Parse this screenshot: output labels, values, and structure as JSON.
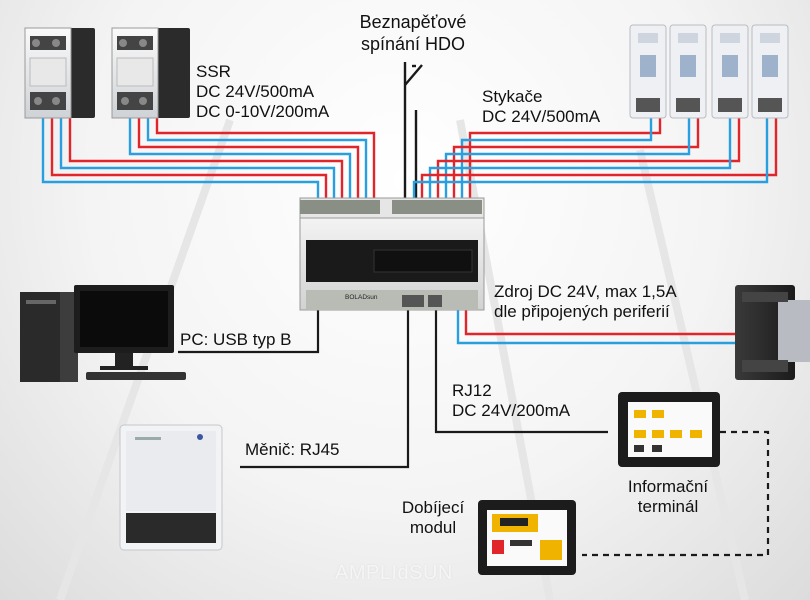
{
  "labels": {
    "hdo_line1": "Beznapěťové",
    "hdo_line2": "spínání HDO",
    "ssr_title": "SSR",
    "ssr_spec1": "DC 24V/500mA",
    "ssr_spec2": "DC 0-10V/200mA",
    "contactor_title": "Stykače",
    "contactor_spec": "DC 24V/500mA",
    "psu_line1": "Zdroj DC 24V, max 1,5A",
    "psu_line2": "dle připojených periferií",
    "pc_label": "PC: USB typ B",
    "rj12_line1": "RJ12",
    "rj12_line2": "DC 24V/200mA",
    "inverter_label": "Měnič: RJ45",
    "terminal_line1": "Informační",
    "terminal_line2": "terminál",
    "charger_line1": "Dobíjecí",
    "charger_line2": "modul"
  },
  "controller": {
    "display_text": "BOLADsun"
  },
  "watermark": "AMPLIdSUN",
  "colors": {
    "wire_red": "#e0262b",
    "wire_blue": "#2a9fe0",
    "wire_black": "#1a1a1a"
  },
  "icons": {
    "ssr": "solid-state-relay-icon",
    "contactor": "din-contactor-icon",
    "switch": "hdo-switch-icon",
    "controller": "din-rail-controller-icon",
    "psu": "din-power-supply-icon",
    "pc": "desktop-pc-icon",
    "inverter": "solar-inverter-icon",
    "terminal": "info-terminal-icon",
    "charger": "charger-module-icon"
  }
}
